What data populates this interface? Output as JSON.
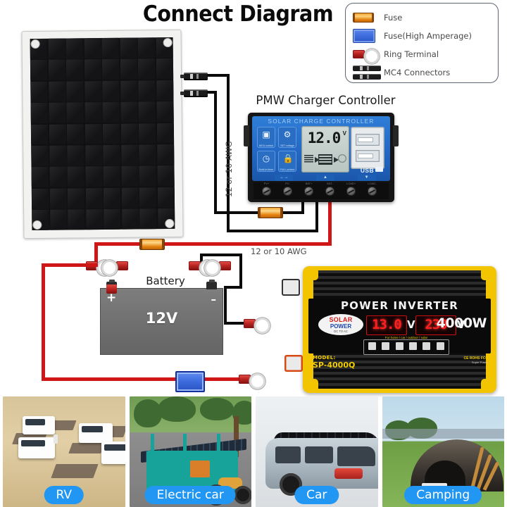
{
  "title": "Connect Diagram",
  "legend": {
    "items": [
      {
        "icon": "fuse-icon",
        "label": "Fuse"
      },
      {
        "icon": "fuse-high-amperage-icon",
        "label": "Fuse(High Amperage)"
      },
      {
        "icon": "ring-terminal-icon",
        "label": "Ring Terminal"
      },
      {
        "icon": "mc4-connectors-icon",
        "label": "MC4 Connectors"
      }
    ]
  },
  "solar_panel": {
    "name": "solar-panel",
    "columns": 8,
    "rows": 9
  },
  "connectors": {
    "mc4_positive": "MC4",
    "mc4_negative": "MC4"
  },
  "charge_controller": {
    "heading": "PMW Charger Controller",
    "brand": "SOLAR CHARGE CONTROLLER",
    "display_value": "12.0",
    "display_unit": "V",
    "usb_label": "USB",
    "features": [
      {
        "glyph": "▣",
        "caption": "MCU control"
      },
      {
        "glyph": "⚙",
        "caption": "SET voltage"
      },
      {
        "glyph": "◷",
        "caption": "Build-in timer"
      },
      {
        "glyph": "🔒",
        "caption": "FULL protect"
      }
    ],
    "buttons": [
      {
        "tag": "←→",
        "name": "menu-button"
      },
      {
        "tag": "▲",
        "name": "up-button"
      },
      {
        "tag": "▼",
        "name": "down-button"
      }
    ],
    "terminal_labels": [
      "PV+",
      "PV-",
      "BAT+",
      "BAT-",
      "LOAD+",
      "LOAD-"
    ]
  },
  "battery": {
    "heading": "Battery",
    "voltage_label": "12V",
    "positive": "+",
    "negative": "–"
  },
  "wire_labels": {
    "panel_to_controller": "12 or 10 AWG",
    "controller_to_battery": "12 or 10 AWG"
  },
  "inverter": {
    "name": "POWER INVERTER",
    "logo_line1": "SOLAR",
    "logo_line2": "POWER",
    "logo_line3": "DC TO AC",
    "input_voltage": "13.0",
    "input_unit": "V",
    "output_voltage": "230",
    "output_unit": "V",
    "power": "4000W",
    "apps_caption": "For home / car / outdoor / solar",
    "model_prefix": "MODEL:",
    "model_number": "SP-4000Q",
    "cert_line1": "CE ROHS FCC",
    "cert_line2": "Super Power"
  },
  "photos": [
    {
      "label": "RV",
      "name": "photo-rv"
    },
    {
      "label": "Electric car",
      "name": "photo-electric-car"
    },
    {
      "label": "Car",
      "name": "photo-car"
    },
    {
      "label": "Camping",
      "name": "photo-camping"
    }
  ],
  "colors": {
    "positive_wire": "#cf1717",
    "negative_wire": "#0a0a0a",
    "accent_blue": "#2196f3",
    "inverter_yellow": "#f2c500"
  }
}
